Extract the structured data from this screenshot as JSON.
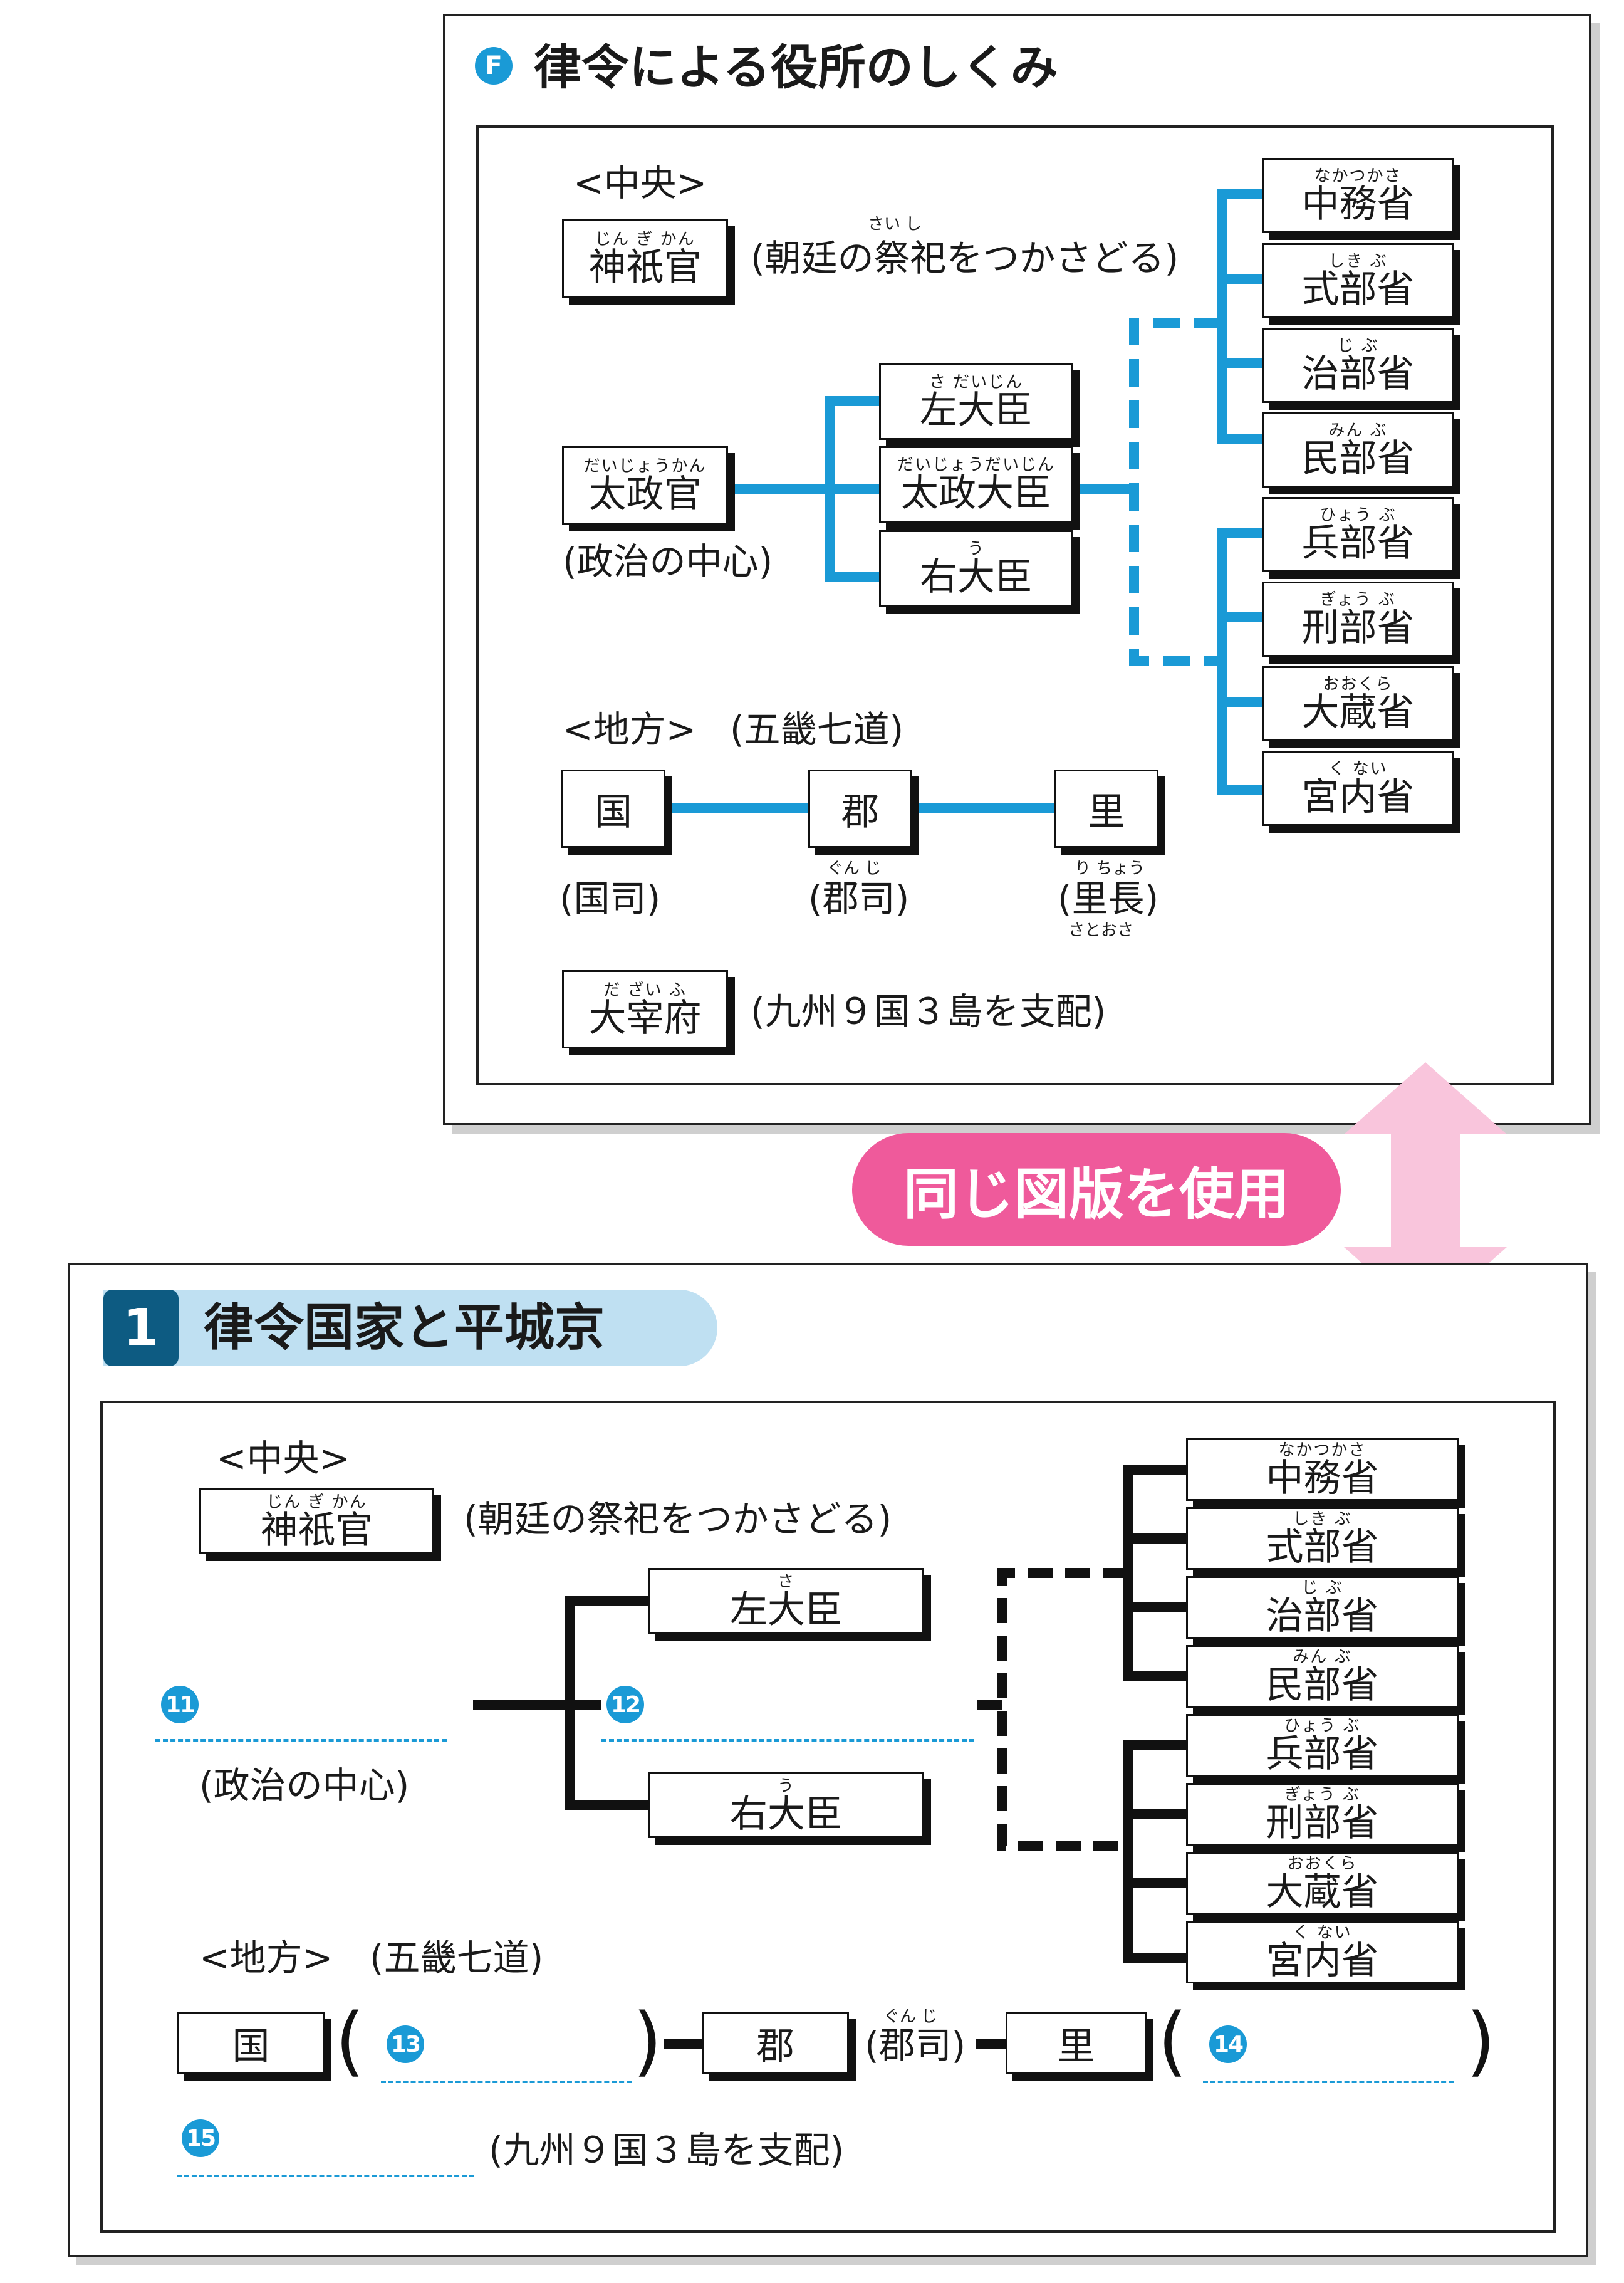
{
  "top_panel": {
    "badge": "F",
    "title": "律令による役所のしくみ",
    "central_label": "<中央>",
    "jingikan": {
      "ruby": "じん ぎ かん",
      "name": "神祇官",
      "note_ruby": "さい し",
      "note": "(朝廷の祭祀をつかさどる)"
    },
    "daijokan": {
      "ruby": "だいじょうかん",
      "name": "太政官",
      "note": "(政治の中心)"
    },
    "ministers": [
      {
        "ruby": "さ だいじん",
        "name": "左大臣"
      },
      {
        "ruby": "だいじょうだいじん",
        "name": "太政大臣"
      },
      {
        "ruby": "う",
        "name": "右大臣"
      }
    ],
    "ministries": [
      {
        "ruby": "なかつかさ",
        "name": "中務省"
      },
      {
        "ruby": "しき ぶ",
        "name": "式部省"
      },
      {
        "ruby": "じ ぶ",
        "name": "治部省"
      },
      {
        "ruby": "みん ぶ",
        "name": "民部省"
      },
      {
        "ruby": "ひょう ぶ",
        "name": "兵部省"
      },
      {
        "ruby": "ぎょう ぶ",
        "name": "刑部省"
      },
      {
        "ruby": "おおくら",
        "name": "大蔵省"
      },
      {
        "ruby": "く ない",
        "name": "宮内省"
      }
    ],
    "local_label": "<地方>",
    "local_note": "(五畿七道)",
    "kuni": "国",
    "gun": "郡",
    "sato": "里",
    "kokushi": "(国司)",
    "gunji_ruby": "ぐん じ",
    "gunji": "(郡司)",
    "richo_ruby": "り ちょう",
    "richo": "(里長)",
    "richo_ruby2": "さとおさ",
    "dazaifu": {
      "ruby": "だ ざい ふ",
      "name": "大宰府",
      "note": "(九州９国３島を支配)"
    }
  },
  "arrow_label": "同じ図版を使用",
  "bottom_panel": {
    "section_number": "1",
    "title": "律令国家と平城京",
    "central_label": "<中央>",
    "jingikan": {
      "ruby": "じん ぎ かん",
      "name": "神祇官",
      "note": "(朝廷の祭祀をつかさどる)"
    },
    "sadaijin": {
      "ruby": "さ",
      "name": "左大臣"
    },
    "udaijin": {
      "ruby": "う",
      "name": "右大臣"
    },
    "blank11": "11",
    "blank12": "12",
    "blank13": "13",
    "blank14": "14",
    "blank15": "15",
    "seiji_note": "(政治の中心)",
    "ministries": [
      {
        "ruby": "なかつかさ",
        "name": "中務省"
      },
      {
        "ruby": "しき ぶ",
        "name": "式部省"
      },
      {
        "ruby": "じ ぶ",
        "name": "治部省"
      },
      {
        "ruby": "みん ぶ",
        "name": "民部省"
      },
      {
        "ruby": "ひょう ぶ",
        "name": "兵部省"
      },
      {
        "ruby": "ぎょう ぶ",
        "name": "刑部省"
      },
      {
        "ruby": "おおくら",
        "name": "大蔵省"
      },
      {
        "ruby": "く ない",
        "name": "宮内省"
      }
    ],
    "local_label": "<地方>",
    "local_note": "(五畿七道)",
    "kuni": "国",
    "gun": "郡",
    "sato": "里",
    "gunji_ruby": "ぐん じ",
    "gunji": "(郡司)",
    "dazaifu_note": "(九州９国３島を支配)"
  },
  "colors": {
    "accent_blue": "#1a9ad6",
    "pink": "#ef5a9b",
    "pink_light": "#f9c5dc",
    "header_blue": "#bfe0f2",
    "badge_dark": "#0d5b82"
  }
}
